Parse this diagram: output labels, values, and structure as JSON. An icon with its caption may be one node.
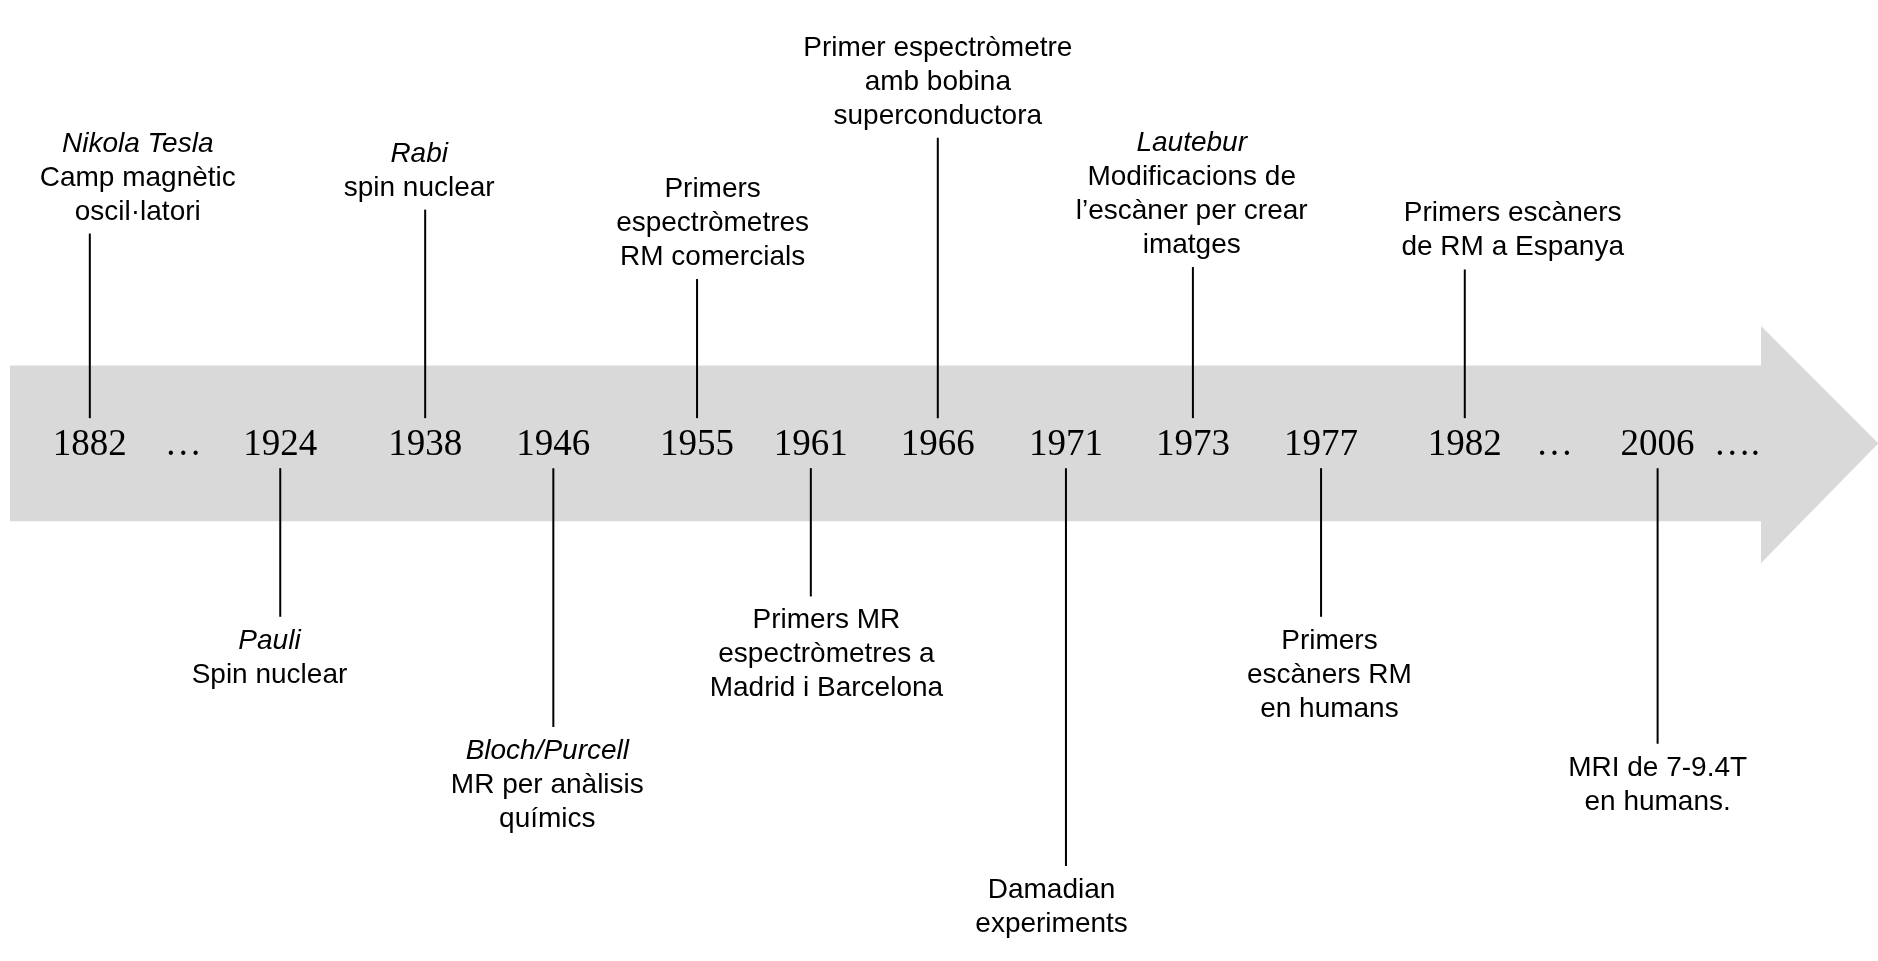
{
  "diagram": {
    "nodes": [
      {
        "text": [],
        "shape": "arrow"
      },
      {
        "text": [
          "1882"
        ],
        "in": 0
      },
      {
        "text": [
          "1924"
        ],
        "in": 0
      },
      {
        "text": [
          "1938"
        ],
        "in": 0
      },
      {
        "text": [
          "1946"
        ],
        "in": 0
      },
      {
        "text": [
          "1955"
        ],
        "in": 0
      },
      {
        "text": [
          "1961"
        ],
        "in": 0
      },
      {
        "text": [
          "1966"
        ],
        "in": 0
      },
      {
        "text": [
          "1971"
        ],
        "in": 0
      },
      {
        "text": [
          "1973"
        ],
        "in": 0
      },
      {
        "text": [
          "1977"
        ],
        "in": 0
      },
      {
        "text": [
          "1982"
        ],
        "in": 0
      },
      {
        "text": [
          "2006"
        ],
        "in": 0
      },
      {
        "text": [
          "Nikola Tesla",
          "Camp magnètic oscil·latori"
        ]
      },
      {
        "text": [
          "Pauli",
          "Spin nuclear"
        ]
      },
      {
        "text": [
          "Rabi",
          "spin nuclear"
        ]
      },
      {
        "text": [
          "Bloch/Purcell",
          "MR per anàlisis químics"
        ]
      },
      {
        "text": [
          "Primers espectròmetres RM comercials"
        ]
      },
      {
        "text": [
          "Primers MR espectròmetres a Madrid i Barcelona"
        ]
      },
      {
        "text": [
          "Primer espectròmetre amb bobina superconductora"
        ]
      },
      {
        "text": [
          "Damadian experiments"
        ]
      },
      {
        "text": [
          "Lautebur",
          "Modificacions de l’escàner per crear imatges"
        ]
      },
      {
        "text": [
          "Primers escàners RM en humans"
        ]
      },
      {
        "text": [
          "Primers escàners de RM a Espanya"
        ]
      },
      {
        "text": [
          "MRI de 7-9.4T en humans."
        ]
      }
    ],
    "edges": [
      {
        "from": 13,
        "to": 1,
        "arrow": "none"
      },
      {
        "from": 14,
        "to": 2,
        "arrow": "none"
      },
      {
        "from": 15,
        "to": 3,
        "arrow": "none"
      },
      {
        "from": 16,
        "to": 4,
        "arrow": "none"
      },
      {
        "from": 17,
        "to": 5,
        "arrow": "none"
      },
      {
        "from": 18,
        "to": 6,
        "arrow": "none"
      },
      {
        "from": 19,
        "to": 7,
        "arrow": "none"
      },
      {
        "from": 20,
        "to": 8,
        "arrow": "none"
      },
      {
        "from": 21,
        "to": 9,
        "arrow": "none"
      },
      {
        "from": 22,
        "to": 10,
        "arrow": "none"
      },
      {
        "from": 23,
        "to": 11,
        "arrow": "none"
      },
      {
        "from": 24,
        "to": 12,
        "arrow": "none"
      }
    ],
    "labels": [
      "…",
      "…",
      "…."
    ]
  }
}
